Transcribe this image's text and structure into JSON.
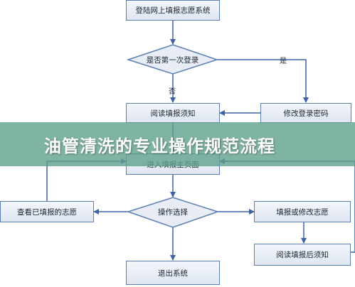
{
  "diagram": {
    "nodes": {
      "login": "登陆网上填报志愿系统",
      "first_login": "是否第一次登录",
      "read_notice": "阅读填报须知",
      "change_password": "修改登录密码",
      "main_page": "进入填报主页面",
      "view_submitted": "查看已填报的志愿",
      "operation_choice": "操作选择",
      "fill_or_modify": "填报或修改志愿",
      "exit_system": "退出系统",
      "read_after_notice": "阅读填报后须知"
    },
    "edge_labels": {
      "yes": "是",
      "no": "否"
    },
    "colors": {
      "box_border": "#5b7fb3",
      "arrow": "#3f62a6",
      "banner": "#5fa08c"
    }
  },
  "banner": {
    "title": "油管清洗的专业操作规范流程"
  }
}
